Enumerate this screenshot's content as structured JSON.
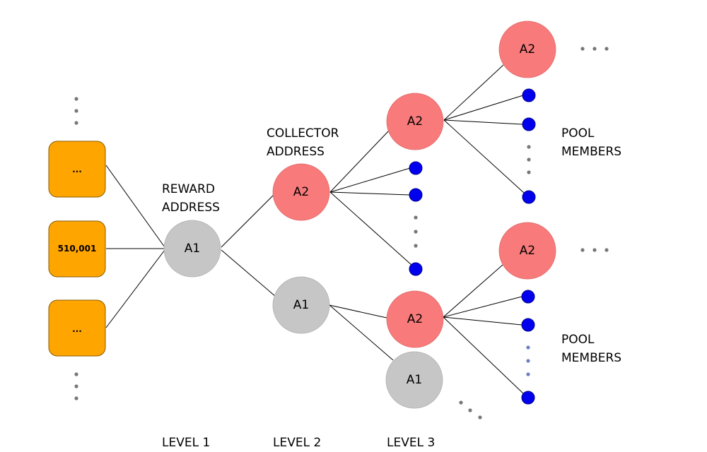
{
  "colors": {
    "block": "#ffa500",
    "block_border": "#8a5a00",
    "collector_node": "#f87a7a",
    "reward_node": "#c6c6c6",
    "member": "#0000ee",
    "member_border": "#00008a"
  },
  "blocks": [
    {
      "label": "..."
    },
    {
      "label": "510,001"
    },
    {
      "label": "..."
    }
  ],
  "labels": {
    "reward_line1": "REWARD",
    "reward_line2": "ADDRESS",
    "collector_line1": "COLLECTOR",
    "collector_line2": "ADDRESS",
    "pool1_line1": "POOL",
    "pool1_line2": "MEMBERS",
    "pool2_line1": "POOL",
    "pool2_line2": "MEMBERS",
    "level1": "LEVEL 1",
    "level2": "LEVEL 2",
    "level3": "LEVEL 3"
  },
  "nodes": {
    "l1_a1": "A1",
    "l2_a2": "A2",
    "l2_a1": "A1",
    "l3_a2_top": "A2",
    "l3_a2_bottom": "A2",
    "l3_a1": "A1",
    "l4_a2_top": "A2",
    "l4_a2_bottom": "A2"
  }
}
